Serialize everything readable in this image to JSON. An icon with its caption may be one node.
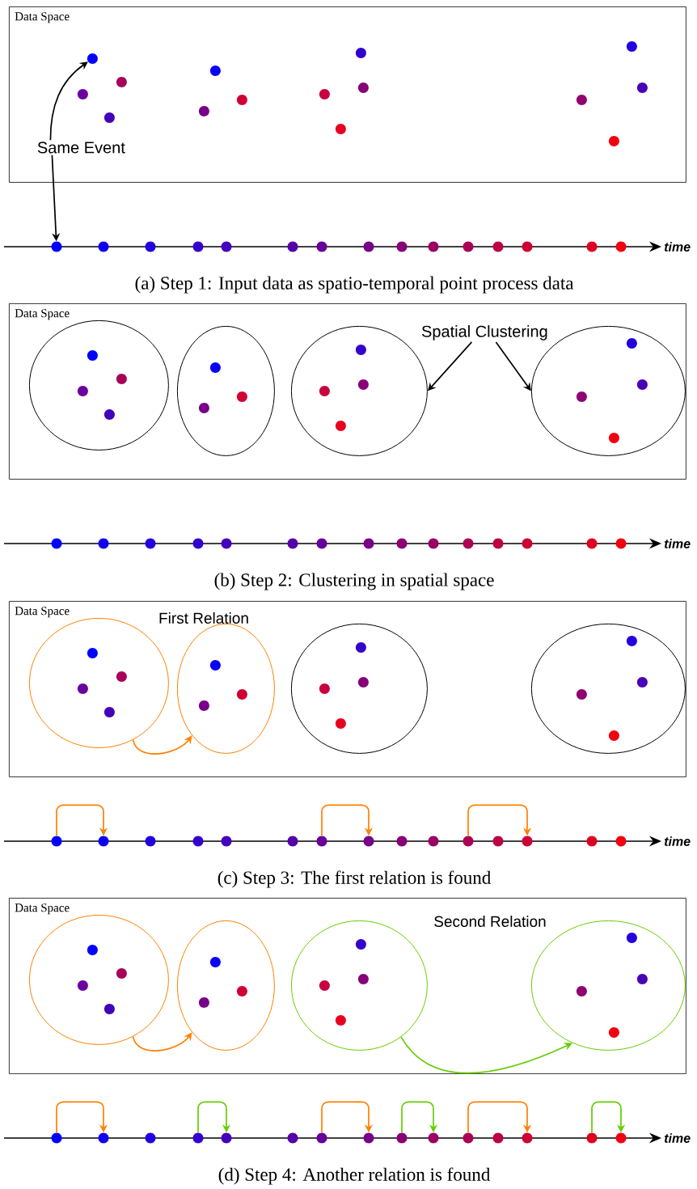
{
  "diagram": {
    "nodes": [
      {
        "text": [
          "Data Space"
        ]
      },
      {
        "text": [],
        "shape": "circle",
        "in": 0
      },
      {
        "text": [],
        "shape": "circle",
        "in": 0
      },
      {
        "text": [],
        "shape": "circle",
        "in": 0
      },
      {
        "text": [],
        "shape": "circle",
        "in": 0
      },
      {
        "text": [],
        "shape": "circle",
        "in": 0
      },
      {
        "text": [],
        "shape": "circle",
        "in": 0
      },
      {
        "text": [],
        "shape": "circle",
        "in": 0
      },
      {
        "text": [],
        "shape": "circle",
        "in": 0
      },
      {
        "text": [],
        "shape": "circle",
        "in": 0
      },
      {
        "text": [],
        "shape": "circle",
        "in": 0
      },
      {
        "text": [],
        "shape": "circle",
        "in": 0
      },
      {
        "text": [],
        "shape": "circle",
        "in": 0
      },
      {
        "text": [],
        "shape": "circle",
        "in": 0
      },
      {
        "text": [],
        "shape": "circle",
        "in": 0
      },
      {
        "text": [],
        "shape": "circle",
        "in": 0
      },
      {
        "text": [
          "Same Event"
        ],
        "in": 0
      },
      {
        "text": [],
        "shape": "circle"
      },
      {
        "text": [],
        "shape": "circle"
      },
      {
        "text": [],
        "shape": "circle"
      },
      {
        "text": [],
        "shape": "circle"
      },
      {
        "text": [],
        "shape": "circle"
      },
      {
        "text": [],
        "shape": "circle"
      },
      {
        "text": [],
        "shape": "circle"
      },
      {
        "text": [],
        "shape": "circle"
      },
      {
        "text": [],
        "shape": "circle"
      },
      {
        "text": [],
        "shape": "circle"
      },
      {
        "text": [],
        "shape": "circle"
      },
      {
        "text": [],
        "shape": "circle"
      },
      {
        "text": [],
        "shape": "circle"
      },
      {
        "text": [],
        "shape": "circle"
      },
      {
        "text": [],
        "shape": "circle"
      },
      {
        "text": [
          "Data Space"
        ]
      },
      {
        "text": [],
        "shape": "ellipse",
        "in": 32
      },
      {
        "text": [],
        "shape": "circle",
        "in": 33
      },
      {
        "text": [],
        "shape": "circle",
        "in": 33
      },
      {
        "text": [],
        "shape": "circle",
        "in": 33
      },
      {
        "text": [],
        "shape": "circle",
        "in": 33
      },
      {
        "text": [],
        "shape": "ellipse",
        "in": 32
      },
      {
        "text": [],
        "shape": "circle",
        "in": 38
      },
      {
        "text": [],
        "shape": "circle",
        "in": 38
      },
      {
        "text": [],
        "shape": "circle",
        "in": 38
      },
      {
        "text": [],
        "shape": "ellipse",
        "in": 32
      },
      {
        "text": [],
        "shape": "circle",
        "in": 42
      },
      {
        "text": [],
        "shape": "circle",
        "in": 42
      },
      {
        "text": [],
        "shape": "circle",
        "in": 42
      },
      {
        "text": [],
        "shape": "circle",
        "in": 42
      },
      {
        "text": [],
        "shape": "ellipse",
        "in": 32
      },
      {
        "text": [],
        "shape": "circle",
        "in": 47
      },
      {
        "text": [],
        "shape": "circle",
        "in": 47
      },
      {
        "text": [],
        "shape": "circle",
        "in": 47
      },
      {
        "text": [],
        "shape": "circle",
        "in": 47
      },
      {
        "text": [
          "Spatial Clustering"
        ],
        "in": 32
      },
      {
        "text": [],
        "shape": "circle"
      },
      {
        "text": [],
        "shape": "circle"
      },
      {
        "text": [],
        "shape": "circle"
      },
      {
        "text": [],
        "shape": "circle"
      },
      {
        "text": [],
        "shape": "circle"
      },
      {
        "text": [],
        "shape": "circle"
      },
      {
        "text": [],
        "shape": "circle"
      },
      {
        "text": [],
        "shape": "circle"
      },
      {
        "text": [],
        "shape": "circle"
      },
      {
        "text": [],
        "shape": "circle"
      },
      {
        "text": [],
        "shape": "circle"
      },
      {
        "text": [],
        "shape": "circle"
      },
      {
        "text": [],
        "shape": "circle"
      },
      {
        "text": [],
        "shape": "circle"
      },
      {
        "text": [],
        "shape": "circle"
      },
      {
        "text": [
          "Data Space"
        ]
      },
      {
        "text": [],
        "shape": "ellipse",
        "in": 68
      },
      {
        "text": [],
        "shape": "circle",
        "in": 69
      },
      {
        "text": [],
        "shape": "circle",
        "in": 69
      },
      {
        "text": [],
        "shape": "circle",
        "in": 69
      },
      {
        "text": [],
        "shape": "circle",
        "in": 69
      },
      {
        "text": [],
        "shape": "ellipse",
        "in": 68
      },
      {
        "text": [],
        "shape": "circle",
        "in": 74
      },
      {
        "text": [],
        "shape": "circle",
        "in": 74
      },
      {
        "text": [],
        "shape": "circle",
        "in": 74
      },
      {
        "text": [],
        "shape": "ellipse",
        "in": 68
      },
      {
        "text": [],
        "shape": "circle",
        "in": 78
      },
      {
        "text": [],
        "shape": "circle",
        "in": 78
      },
      {
        "text": [],
        "shape": "circle",
        "in": 78
      },
      {
        "text": [],
        "shape": "circle",
        "in": 78
      },
      {
        "text": [],
        "shape": "ellipse",
        "in": 68
      },
      {
        "text": [],
        "shape": "circle",
        "in": 83
      },
      {
        "text": [],
        "shape": "circle",
        "in": 83
      },
      {
        "text": [],
        "shape": "circle",
        "in": 83
      },
      {
        "text": [],
        "shape": "circle",
        "in": 83
      },
      {
        "text": [],
        "shape": "circle"
      },
      {
        "text": [],
        "shape": "circle"
      },
      {
        "text": [],
        "shape": "circle"
      },
      {
        "text": [],
        "shape": "circle"
      },
      {
        "text": [],
        "shape": "circle"
      },
      {
        "text": [],
        "shape": "circle"
      },
      {
        "text": [],
        "shape": "circle"
      },
      {
        "text": [],
        "shape": "circle"
      },
      {
        "text": [],
        "shape": "circle"
      },
      {
        "text": [],
        "shape": "circle"
      },
      {
        "text": [],
        "shape": "circle"
      },
      {
        "text": [],
        "shape": "circle"
      },
      {
        "text": [],
        "shape": "circle"
      },
      {
        "text": [],
        "shape": "circle"
      },
      {
        "text": [],
        "shape": "circle"
      },
      {
        "text": [
          "Data Space"
        ]
      },
      {
        "text": [],
        "shape": "ellipse",
        "in": 103
      },
      {
        "text": [],
        "shape": "circle",
        "in": 104
      },
      {
        "text": [],
        "shape": "circle",
        "in": 104
      },
      {
        "text": [],
        "shape": "circle",
        "in": 104
      },
      {
        "text": [],
        "shape": "circle",
        "in": 104
      },
      {
        "text": [],
        "shape": "ellipse",
        "in": 103
      },
      {
        "text": [],
        "shape": "circle",
        "in": 109
      },
      {
        "text": [],
        "shape": "circle",
        "in": 109
      },
      {
        "text": [],
        "shape": "circle",
        "in": 109
      },
      {
        "text": [],
        "shape": "ellipse",
        "in": 103
      },
      {
        "text": [],
        "shape": "circle",
        "in": 113
      },
      {
        "text": [],
        "shape": "circle",
        "in": 113
      },
      {
        "text": [],
        "shape": "circle",
        "in": 113
      },
      {
        "text": [],
        "shape": "circle",
        "in": 113
      },
      {
        "text": [],
        "shape": "ellipse",
        "in": 103
      },
      {
        "text": [],
        "shape": "circle",
        "in": 118
      },
      {
        "text": [],
        "shape": "circle",
        "in": 118
      },
      {
        "text": [],
        "shape": "circle",
        "in": 118
      },
      {
        "text": [],
        "shape": "circle",
        "in": 118
      },
      {
        "text": [],
        "shape": "circle"
      },
      {
        "text": [],
        "shape": "circle"
      },
      {
        "text": [],
        "shape": "circle"
      },
      {
        "text": [],
        "shape": "circle"
      },
      {
        "text": [],
        "shape": "circle"
      },
      {
        "text": [],
        "shape": "circle"
      },
      {
        "text": [],
        "shape": "circle"
      },
      {
        "text": [],
        "shape": "circle"
      },
      {
        "text": [],
        "shape": "circle"
      },
      {
        "text": [],
        "shape": "circle"
      },
      {
        "text": [],
        "shape": "circle"
      },
      {
        "text": [],
        "shape": "circle"
      },
      {
        "text": [],
        "shape": "circle"
      },
      {
        "text": [],
        "shape": "circle"
      },
      {
        "text": [],
        "shape": "circle"
      }
    ],
    "edges": [
      {
        "from": 16,
        "to": 1,
        "arrow": "to",
        "color": "#000000"
      },
      {
        "from": 16,
        "to": 17,
        "arrow": "to",
        "color": "#000000"
      },
      {
        "from": 52,
        "to": 42,
        "arrow": "to",
        "color": "#000000"
      },
      {
        "from": 52,
        "to": 47,
        "arrow": "to",
        "color": "#000000"
      },
      {
        "from": 69,
        "to": 74,
        "arrow": "to",
        "color": "#ff8000"
      },
      {
        "from": 88,
        "to": 89,
        "arrow": "to",
        "color": "#ff8000"
      },
      {
        "from": 94,
        "to": 95,
        "arrow": "to",
        "color": "#ff8000"
      },
      {
        "from": 98,
        "to": 100,
        "arrow": "to",
        "color": "#ff8000"
      },
      {
        "from": 104,
        "to": 109,
        "arrow": "to",
        "color": "#ff8000"
      },
      {
        "from": 113,
        "to": 118,
        "arrow": "to",
        "color": "#66cc00"
      },
      {
        "from": 123,
        "to": 124,
        "arrow": "to",
        "color": "#ff8000"
      },
      {
        "from": 126,
        "to": 127,
        "arrow": "to",
        "color": "#66cc00"
      },
      {
        "from": 129,
        "to": 130,
        "arrow": "to",
        "color": "#ff8000"
      },
      {
        "from": 131,
        "to": 132,
        "arrow": "to",
        "color": "#66cc00"
      },
      {
        "from": 133,
        "to": 135,
        "arrow": "to",
        "color": "#ff8000"
      },
      {
        "from": 136,
        "to": 137,
        "arrow": "to",
        "color": "#66cc00"
      }
    ],
    "labels": [
      "time",
      "(a) Step 1: Input data as spatio-temporal point process data",
      "time",
      "(b) Step 2: Clustering in spatial space",
      "First Relation",
      "time",
      "(c) Step 3: The first relation is found",
      "Second Relation",
      "time",
      "(d) Step 4: Another relation is found"
    ]
  }
}
